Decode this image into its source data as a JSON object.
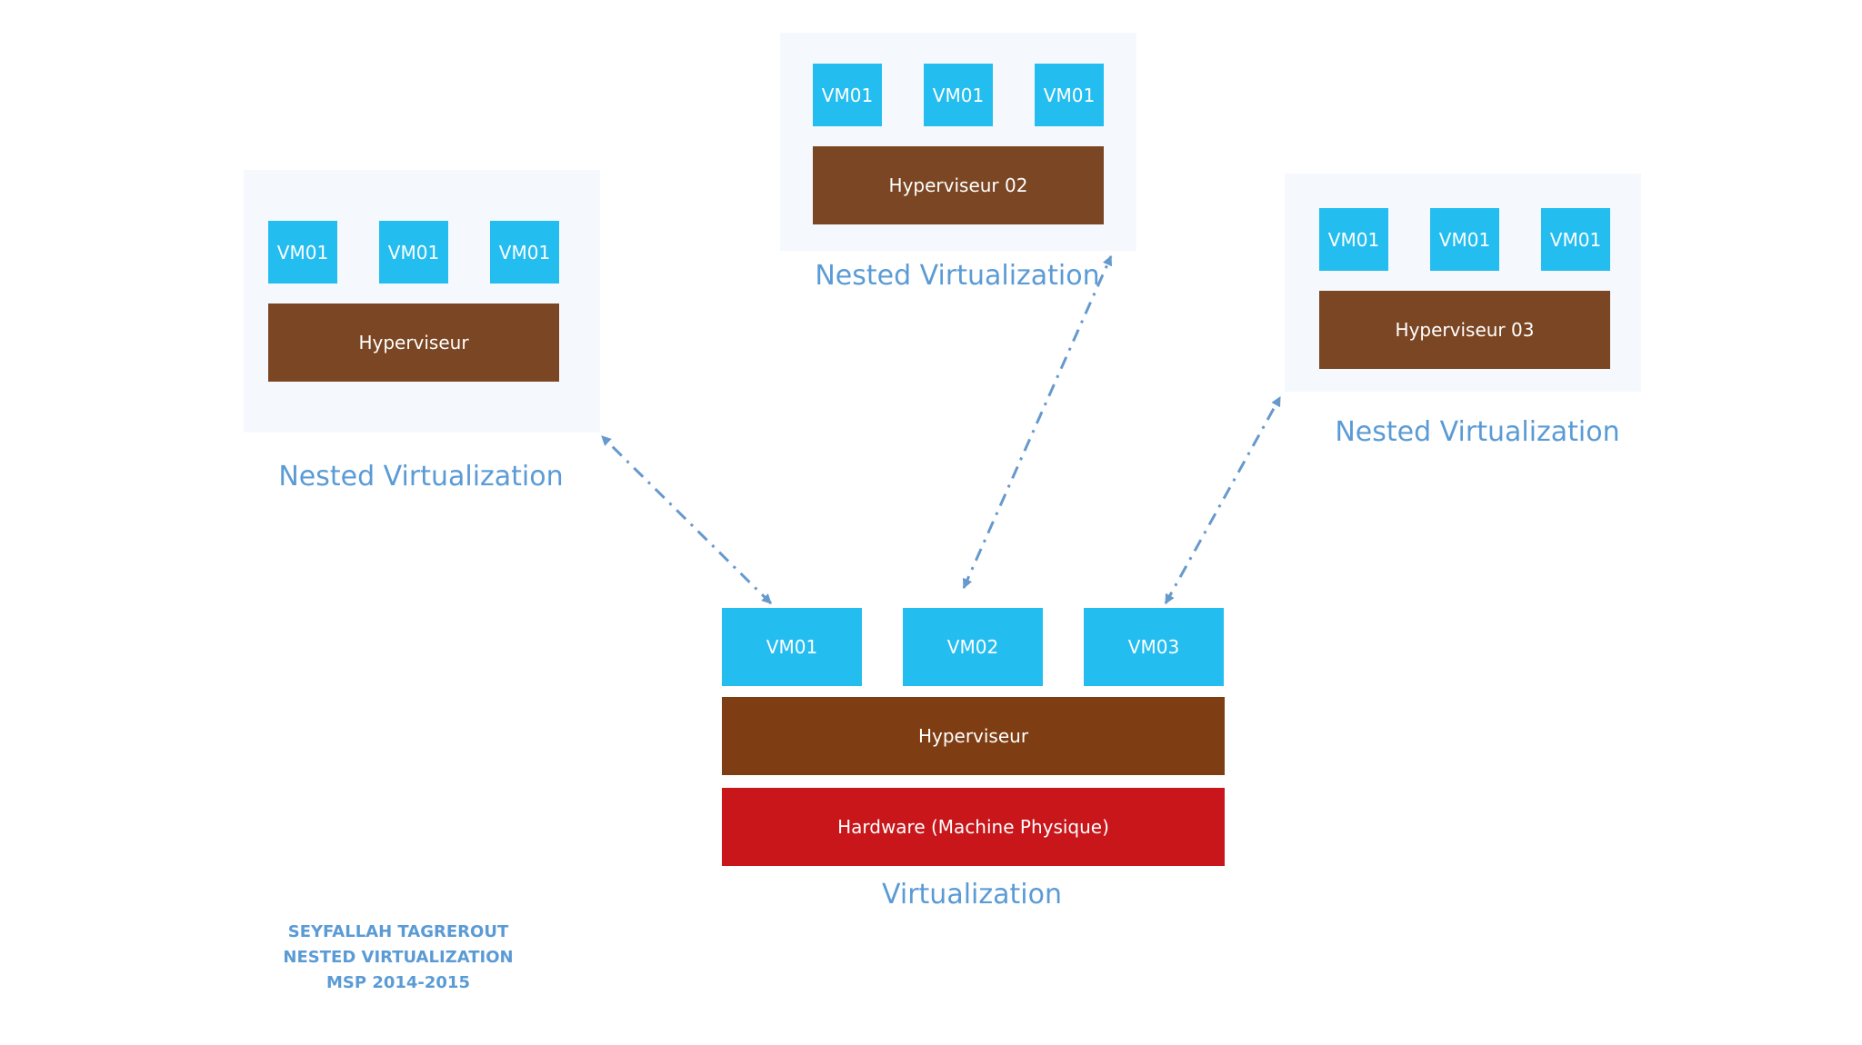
{
  "colors": {
    "vm": "#24bdf0",
    "hypervisor_nested": "#7b4623",
    "hypervisor_main": "#7f3d13",
    "hardware": "#c8161a",
    "caption": "#5b9bd5",
    "arrow": "#6699cc",
    "panel": "#f5f9fd"
  },
  "nested_left": {
    "vms": [
      "VM01",
      "VM01",
      "VM01"
    ],
    "hypervisor": "Hyperviseur",
    "caption": "Nested Virtualization"
  },
  "nested_top": {
    "vms": [
      "VM01",
      "VM01",
      "VM01"
    ],
    "hypervisor": "Hyperviseur 02",
    "caption": "Nested Virtualization"
  },
  "nested_right": {
    "vms": [
      "VM01",
      "VM01",
      "VM01"
    ],
    "hypervisor": "Hyperviseur 03",
    "caption": "Nested Virtualization"
  },
  "main": {
    "vms": [
      "VM01",
      "VM02",
      "VM03"
    ],
    "hypervisor": "Hyperviseur",
    "hardware": "Hardware (Machine Physique)",
    "caption": "Virtualization"
  },
  "credits": {
    "line1": "SEYFALLAH TAGREROUT",
    "line2": "NESTED VIRTUALIZATION",
    "line3": "MSP 2014-2015"
  }
}
